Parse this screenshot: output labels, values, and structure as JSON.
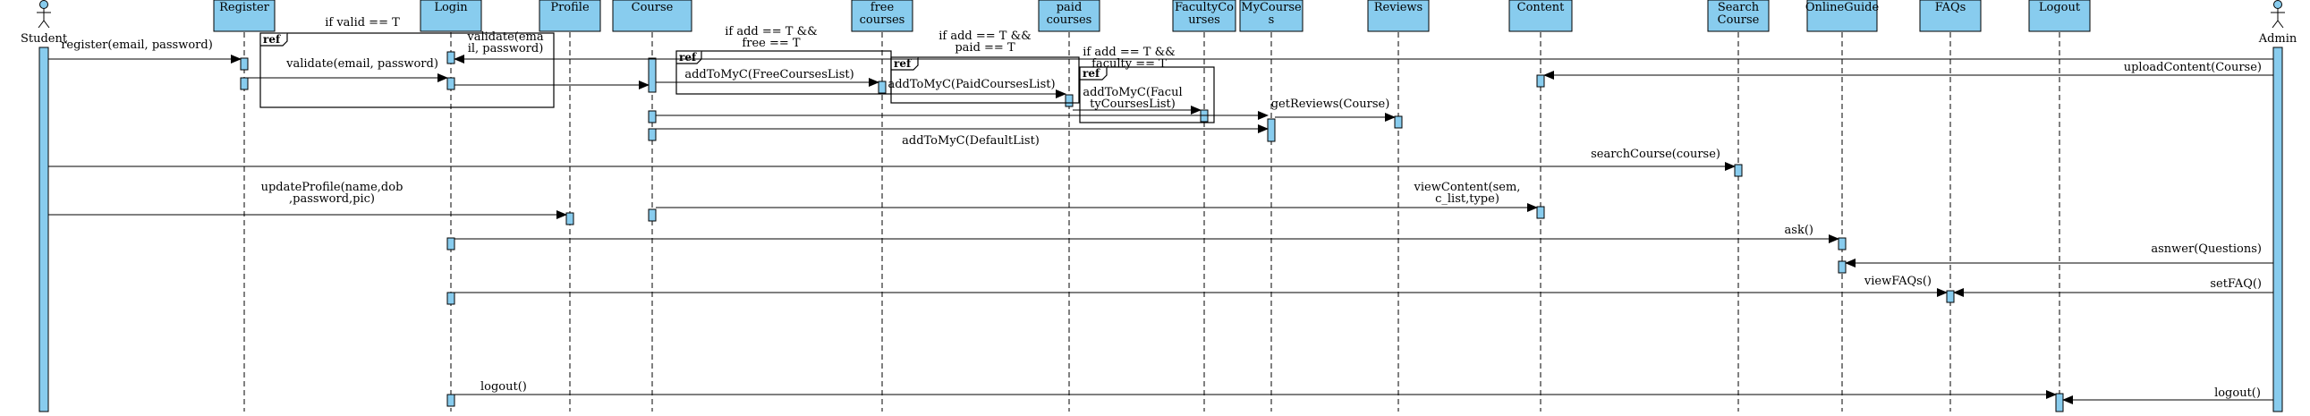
{
  "diagram": {
    "type": "uml-sequence",
    "colors": {
      "box_fill": "#88CCEE",
      "line": "#000000",
      "background": "#FFFFFF"
    },
    "participants": [
      {
        "id": "student",
        "label": [
          "Student"
        ],
        "actor": true
      },
      {
        "id": "register",
        "label": [
          "Register"
        ]
      },
      {
        "id": "login",
        "label": [
          "Login"
        ]
      },
      {
        "id": "profile",
        "label": [
          "Profile"
        ]
      },
      {
        "id": "course",
        "label": [
          "Course"
        ]
      },
      {
        "id": "freecourses",
        "label": [
          "free",
          "courses"
        ]
      },
      {
        "id": "paidcourses",
        "label": [
          "paid",
          "courses"
        ]
      },
      {
        "id": "facultycourses",
        "label": [
          "FacultyCo",
          "urses"
        ]
      },
      {
        "id": "mycourses",
        "label": [
          "MyCourse",
          "s"
        ]
      },
      {
        "id": "reviews",
        "label": [
          "Reviews"
        ]
      },
      {
        "id": "content",
        "label": [
          "Content"
        ]
      },
      {
        "id": "searchcourse",
        "label": [
          "Search",
          "Course"
        ]
      },
      {
        "id": "onlineguide",
        "label": [
          "OnlineGuide"
        ]
      },
      {
        "id": "faqs",
        "label": [
          "FAQs"
        ]
      },
      {
        "id": "logout",
        "label": [
          "Logout"
        ]
      },
      {
        "id": "admin",
        "label": [
          "Admin"
        ],
        "actor": true
      }
    ],
    "fragments": [
      {
        "id": "frag-login",
        "tag": "ref",
        "guard": "if valid == T"
      },
      {
        "id": "frag-free",
        "tag": "ref",
        "guard": [
          "if add == T &&",
          "free == T"
        ]
      },
      {
        "id": "frag-paid",
        "tag": "ref",
        "guard": [
          "if add == T &&",
          "paid == T"
        ]
      },
      {
        "id": "frag-faculty",
        "tag": "ref",
        "guard": [
          "if add == T &&",
          "faculty == T"
        ]
      }
    ],
    "messages": [
      {
        "id": "m1",
        "from": "student",
        "to": "register",
        "label": [
          "register(email, password)"
        ]
      },
      {
        "id": "m2",
        "from": "register",
        "to": "login",
        "label": [
          "validate(email, password)"
        ]
      },
      {
        "id": "m3",
        "from": "admin",
        "to": "login",
        "label": [
          "validate(ema",
          "il, password)"
        ]
      },
      {
        "id": "m4",
        "from": "login",
        "to": "course",
        "label": []
      },
      {
        "id": "m5",
        "from": "admin",
        "to": "content",
        "label": [
          "uploadContent(Course)"
        ]
      },
      {
        "id": "m6",
        "from": "course",
        "to": "freecourses",
        "label": [
          "addToMyC(FreeCoursesList)"
        ]
      },
      {
        "id": "m7",
        "from": "freecourses",
        "to": "paidcourses",
        "label": [
          "addToMyC(PaidCoursesList)"
        ]
      },
      {
        "id": "m8",
        "from": "paidcourses",
        "to": "facultycourses",
        "label": [
          "addToMyC(Facul",
          "tyCoursesList)"
        ]
      },
      {
        "id": "m9",
        "from": "course",
        "to": "mycourses",
        "label": []
      },
      {
        "id": "m10",
        "from": "mycourses",
        "to": "reviews",
        "label": [
          "getReviews(Course)"
        ]
      },
      {
        "id": "m11",
        "from": "course",
        "to": "mycourses",
        "label": [
          "addToMyC(DefaultList)"
        ]
      },
      {
        "id": "m12",
        "from": "student",
        "to": "searchcourse",
        "label": [
          "searchCourse(course)"
        ]
      },
      {
        "id": "m13",
        "from": "student",
        "to": "profile",
        "label": [
          "updateProfile(name,dob",
          ",password,pic)"
        ]
      },
      {
        "id": "m14",
        "from": "course",
        "to": "content",
        "label": [
          "viewContent(sem,",
          "c_list,type)"
        ]
      },
      {
        "id": "m15",
        "from": "login",
        "to": "onlineguide",
        "label": [
          "ask()"
        ]
      },
      {
        "id": "m16",
        "from": "admin",
        "to": "onlineguide",
        "label": [
          "asnwer(Questions)"
        ]
      },
      {
        "id": "m17",
        "from": "login",
        "to": "faqs",
        "label": [
          "viewFAQs()"
        ]
      },
      {
        "id": "m18",
        "from": "admin",
        "to": "faqs",
        "label": [
          "setFAQ()"
        ]
      },
      {
        "id": "m19",
        "from": "login",
        "to": "logout",
        "label": [
          "logout()"
        ]
      },
      {
        "id": "m20",
        "from": "admin",
        "to": "logout",
        "label": [
          "logout()"
        ]
      }
    ]
  }
}
